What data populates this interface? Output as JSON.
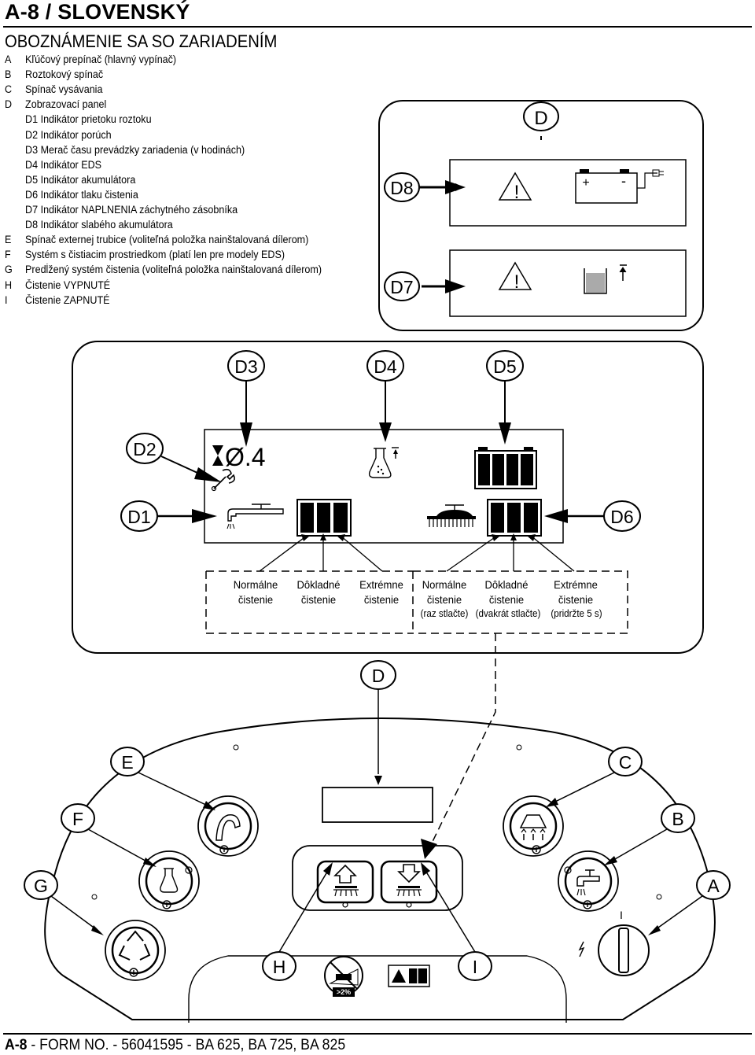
{
  "header": {
    "title": "A-8 / SLOVENSKÝ"
  },
  "section": {
    "title": "OBOZNÁMENIE SA SO ZARIADENÍM",
    "items": [
      {
        "key": "A",
        "text": "Kľúčový prepínač (hlavný vypínač)"
      },
      {
        "key": "B",
        "text": "Roztokový spínač"
      },
      {
        "key": "C",
        "text": "Spínač vysávania"
      },
      {
        "key": "D",
        "text": "Zobrazovací panel"
      },
      {
        "key": "",
        "text": "D1 Indikátor prietoku roztoku"
      },
      {
        "key": "",
        "text": "D2 Indikátor porúch"
      },
      {
        "key": "",
        "text": "D3 Merač času prevádzky zariadenia (v hodinách)"
      },
      {
        "key": "",
        "text": "D4 Indikátor EDS"
      },
      {
        "key": "",
        "text": "D5 Indikátor akumulátora"
      },
      {
        "key": "",
        "text": "D6 Indikátor tlaku čistenia"
      },
      {
        "key": "",
        "text": "D7 Indikátor NAPLNENIA záchytného zásobníka"
      },
      {
        "key": "",
        "text": "D8 Indikátor slabého akumulátora"
      },
      {
        "key": "E",
        "text": "Spínač externej trubice (voliteľná položka nainštalovaná dílerom)"
      },
      {
        "key": "F",
        "text": "Systém s čistiacim prostriedkom (platí len pre modely EDS)"
      },
      {
        "key": "G",
        "text": "Predĺžený systém čistenia (voliteľná položka nainštalovaná dílerom)"
      },
      {
        "key": "H",
        "text": "Čistenie VYPNUTÉ"
      },
      {
        "key": "I",
        "text": "Čistenie ZAPNUTÉ"
      }
    ]
  },
  "diagram": {
    "callouts": {
      "D": "D",
      "D1": "D1",
      "D2": "D2",
      "D3": "D3",
      "D4": "D4",
      "D5": "D5",
      "D6": "D6",
      "D7": "D7",
      "D8": "D8",
      "A": "A",
      "B": "B",
      "C": "C",
      "E": "E",
      "F": "F",
      "G": "G",
      "H": "H",
      "I": "I"
    },
    "hour_display": "Ø.4",
    "battery_plus": "+",
    "battery_minus": "-",
    "warning_mark": "!",
    "slope_label": ">2%",
    "key_on_mark": "I",
    "modes": [
      {
        "line1": "Normálne",
        "line2": "čistenie",
        "line3": ""
      },
      {
        "line1": "Dôkladné",
        "line2": "čistenie",
        "line3": ""
      },
      {
        "line1": "Extrémne",
        "line2": "čistenie",
        "line3": ""
      },
      {
        "line1": "Normálne",
        "line2": "čistenie",
        "line3": "(raz stlačte)"
      },
      {
        "line1": "Dôkladné",
        "line2": "čistenie",
        "line3": "(dvakrát stlačte)"
      },
      {
        "line1": "Extrémne",
        "line2": "čistenie",
        "line3": "(pridržte 5 s)"
      }
    ]
  },
  "footer": {
    "page": "A-8",
    "text": " - FORM NO. - 56041595 - BA 625, BA 725, BA 825"
  }
}
